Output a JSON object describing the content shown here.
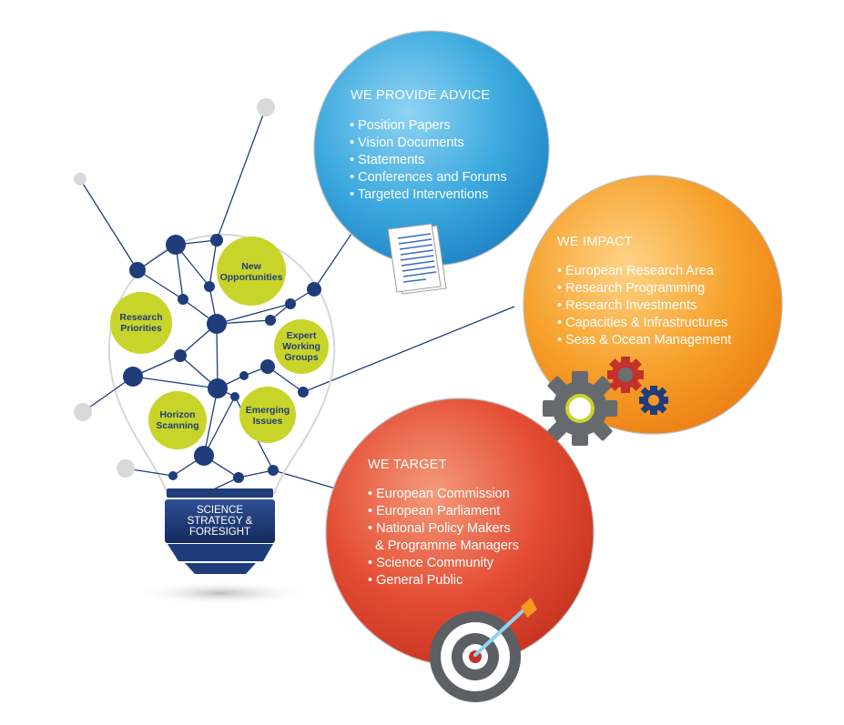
{
  "bulb": {
    "base_lines": [
      "SCIENCE",
      "STRATEGY &",
      "FORESIGHT"
    ],
    "bubbles": [
      {
        "id": "new-opportunities",
        "lines": [
          "New",
          "Opportunities"
        ]
      },
      {
        "id": "research-priorities",
        "lines": [
          "Research",
          "Priorities"
        ]
      },
      {
        "id": "expert-working-groups",
        "lines": [
          "Expert",
          "Working",
          "Groups"
        ]
      },
      {
        "id": "horizon-scanning",
        "lines": [
          "Horizon",
          "Scanning"
        ]
      },
      {
        "id": "emerging-issues",
        "lines": [
          "Emerging",
          "Issues"
        ]
      }
    ]
  },
  "advice": {
    "heading": "WE PROVIDE ADVICE",
    "items": [
      "Position Papers",
      "Vision Documents",
      "Statements",
      "Conferences and Forums",
      "Targeted Interventions"
    ]
  },
  "impact": {
    "heading": "WE IMPACT",
    "items": [
      "European Research Area",
      "Research Programming",
      "Research Investments",
      "Capacities & Infrastructures",
      "Seas & Ocean Management"
    ]
  },
  "target": {
    "heading": "WE TARGET",
    "items": [
      "European Commission",
      "European Parliament",
      "National Policy Makers",
      "& Programme Managers",
      "Science Community",
      "General Public"
    ]
  },
  "colors": {
    "navy": "#1f3d7a",
    "lime": "#c8d42a",
    "blue": "#39a7dd",
    "orange": "#f39a1f",
    "red": "#e04a32",
    "gray": "#d9d9d9"
  }
}
